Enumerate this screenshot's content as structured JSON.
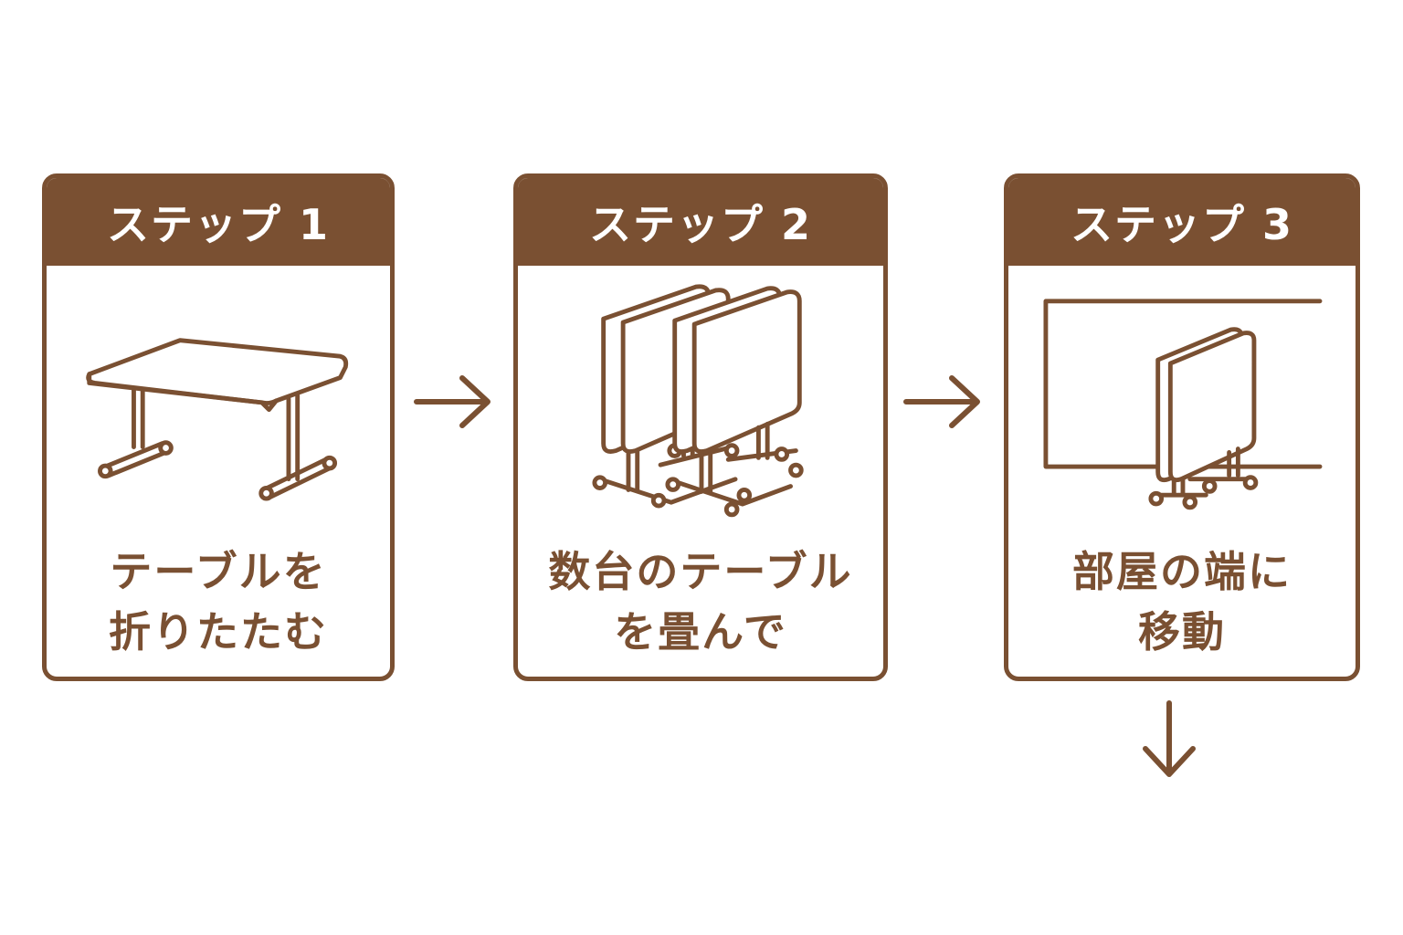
{
  "steps": [
    {
      "header": "ステップ 1",
      "lines": [
        "テーブルを",
        "折りたたむ"
      ]
    },
    {
      "header": "ステップ 2",
      "lines": [
        "数台のテーブル",
        "を畳んで"
      ]
    },
    {
      "header": "ステップ 3",
      "lines": [
        "部屋の端に",
        "移動"
      ]
    }
  ],
  "colors": {
    "accent": "#7a5032",
    "background": "#ffffff"
  },
  "icons": [
    "table-icon",
    "folded-tables-icon",
    "tables-at-wall-icon",
    "arrow-right-icon",
    "arrow-down-icon"
  ]
}
